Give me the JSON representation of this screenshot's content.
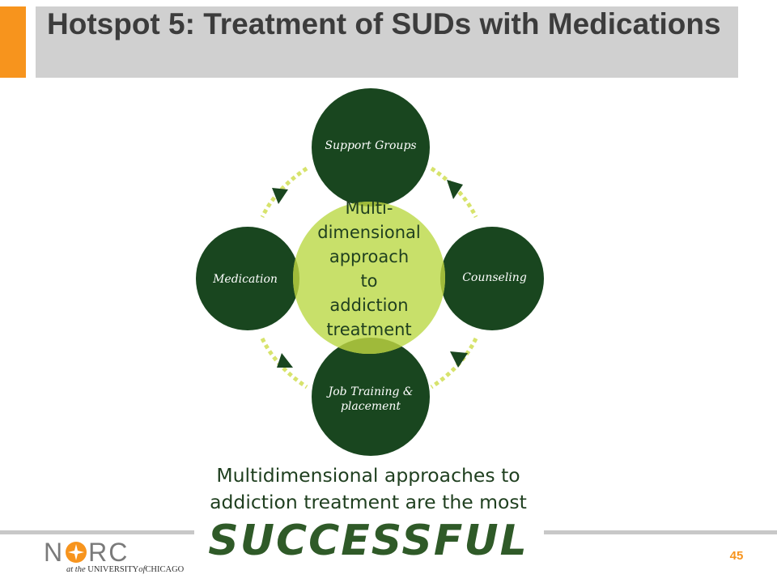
{
  "slide": {
    "title": "Hotspot 5: Treatment of SUDs with Medications",
    "page_number": "45"
  },
  "diagram": {
    "center": {
      "lines": [
        "Multi-",
        "dimensional",
        "approach",
        "to",
        "addiction",
        "treatment"
      ]
    },
    "nodes": {
      "top": "Support Groups",
      "right": "Counseling",
      "bottom_lines": [
        "Job Training &",
        "placement"
      ],
      "left": "Medication"
    },
    "colors": {
      "dark_green": "#19461f",
      "light_green": "#c8e06a",
      "overlap_green": "#9fba3a",
      "arrow_dots": "#d7e36c"
    },
    "icons": [
      "cycle-arrow-icon"
    ]
  },
  "caption": {
    "line1": "Multidimensional approaches to",
    "line2": "addiction treatment are the most",
    "emphasis": "SUCCESSFUL"
  },
  "logo": {
    "word_n": "N",
    "word_rc": "RC",
    "sub_prefix": "at the ",
    "sub_univ": "UNIVERSITY",
    "sub_of": "of",
    "sub_city": "CHICAGO"
  }
}
